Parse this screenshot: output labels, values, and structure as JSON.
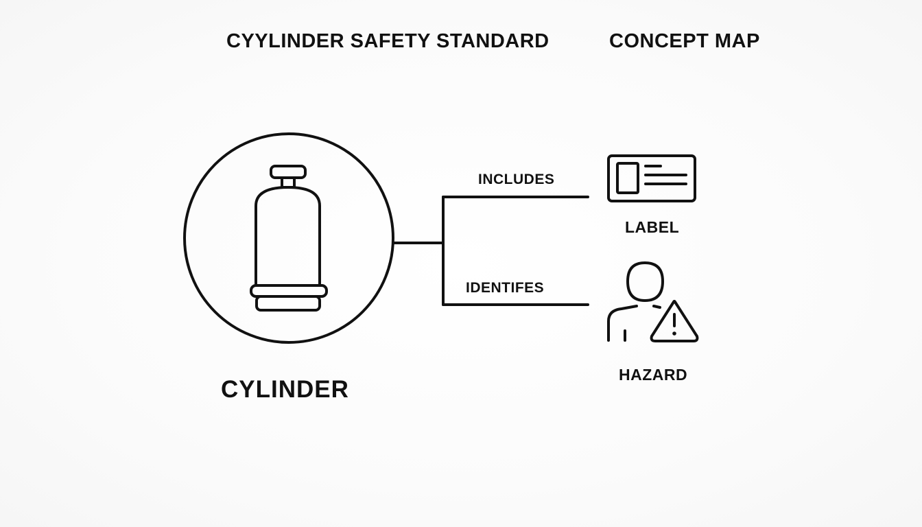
{
  "header": {
    "title_left": "CYYLINDER SAFETY STANDARD",
    "title_right": "CONCEPT MAP"
  },
  "nodes": {
    "cylinder": {
      "label": "CYLINDER",
      "icon": "gas-cylinder-icon"
    },
    "label": {
      "label": "LABEL",
      "icon": "id-card-icon"
    },
    "hazard": {
      "label": "HAZARD",
      "icon": "person-warning-icon"
    }
  },
  "edges": {
    "includes": "INCLUDES",
    "identifies": "IDENTIFES"
  },
  "colors": {
    "stroke": "#111111",
    "background": "#fafafa"
  }
}
